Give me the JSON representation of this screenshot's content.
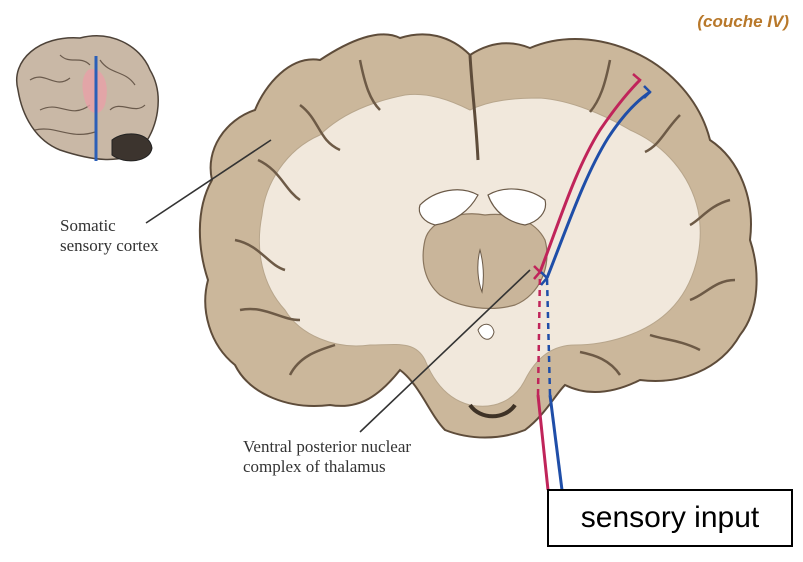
{
  "labels": {
    "layer": "(couche IV)",
    "somatic_line1": "Somatic",
    "somatic_line2": "sensory cortex",
    "thalamus_line1": "Ventral posterior nuclear",
    "thalamus_line2": "complex of thalamus",
    "input": "sensory input"
  },
  "colors": {
    "brain_fill": "#cbb79b",
    "brain_outline": "#5e4c3a",
    "white_matter": "#f1e8dc",
    "ventricle": "#ffffff",
    "pathway_red": "#c0245a",
    "pathway_blue": "#1f4ea8",
    "layer_label": "#b8782a",
    "thumbnail_highlight": "#e9a0a8"
  }
}
